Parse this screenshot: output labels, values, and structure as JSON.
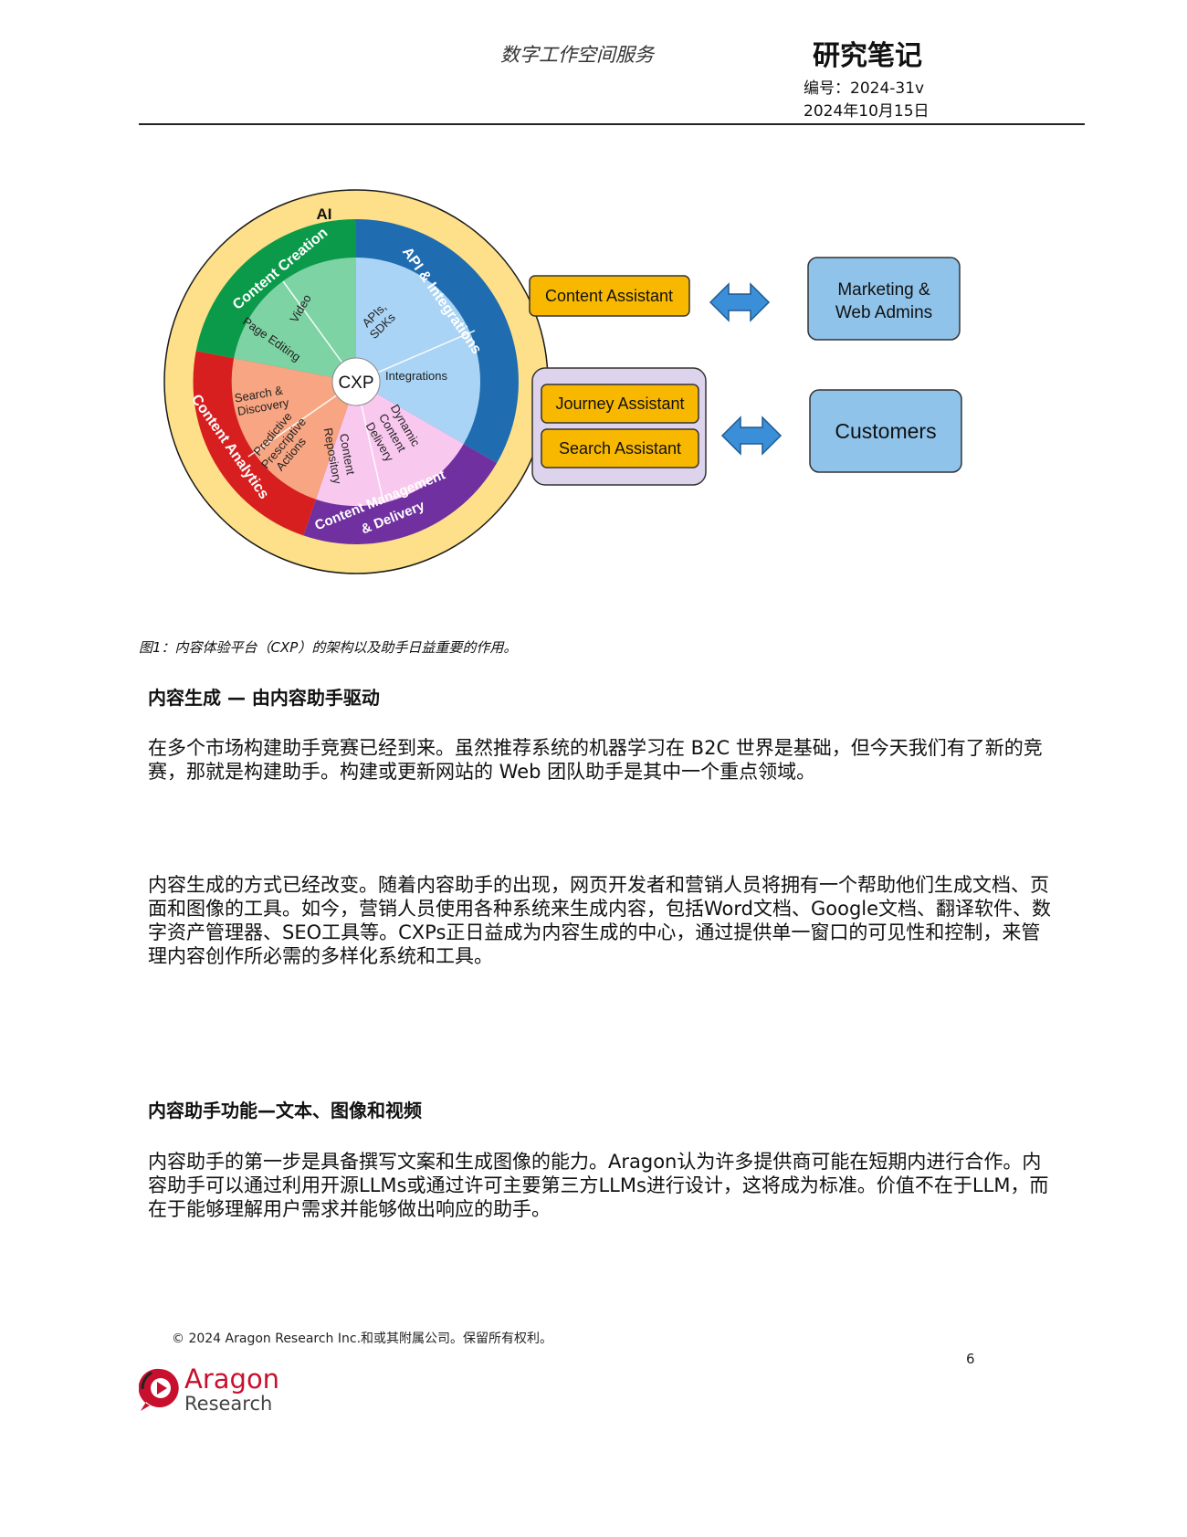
{
  "header": {
    "subtitle": "数字工作空间服务",
    "title": "研究笔记",
    "number": "编号：2024-31v",
    "date": "2024年10月15日"
  },
  "figure": {
    "ai_label": "AI",
    "center_label": "CXP",
    "ring_labels": {
      "content_creation": "Content Creation",
      "api_integrations": "API & Integrations",
      "content_analytics": "Content Analytics",
      "content_mgmt_1": "Content Management",
      "content_mgmt_2": "& Delivery"
    },
    "inner_labels": {
      "video": "Video",
      "page_editing": "Page Editing",
      "apis_1": "APIs,",
      "apis_2": "SDKs",
      "integrations": "Integrations",
      "search_1": "Search &",
      "search_2": "Discovery",
      "predictive_1": "Predictive",
      "predictive_2": "Prescriptive",
      "predictive_3": "Actions",
      "repository_1": "Content",
      "repository_2": "Repository",
      "dynamic_1": "Dynamic",
      "dynamic_2": "Content",
      "dynamic_3": "Delivery"
    },
    "assistants": {
      "content": "Content Assistant",
      "journey": "Journey Assistant",
      "search": "Search Assistant"
    },
    "targets": {
      "marketing_1": "Marketing &",
      "marketing_2": "Web Admins",
      "customers": "Customers"
    },
    "colors": {
      "content_creation": "#0b9a4a",
      "api_integrations": "#1f6cb0",
      "content_analytics": "#d71f1f",
      "content_mgmt": "#7030a0",
      "assistant_fill": "#f9b800",
      "target_fill": "#8fc3ea",
      "arrow": "#3a8fd8"
    }
  },
  "caption": "图1：内容体验平台（CXP）的架构以及助手日益重要的作用。",
  "sections": [
    {
      "heading": "内容生成 — 由内容助手驱动",
      "paragraphs": [
        "在多个市场构建助手竞赛已经到来。虽然推荐系统的机器学习在 B2C 世界是基础，但今天我们有了新的竞赛，那就是构建助手。构建或更新网站的 Web 团队助手是其中一个重点领域。",
        "内容生成的方式已经改变。随着内容助手的出现，网页开发者和营销人员将拥有一个帮助他们生成文档、页面和图像的工具。如今，营销人员使用各种系统来生成内容，包括Word文档、Google文档、翻译软件、数字资产管理器、SEO工具等。CXPs正日益成为内容生成的中心，通过提供单一窗口的可见性和控制，来管理内容创作所必需的多样化系统和工具。"
      ]
    },
    {
      "heading": "内容助手功能—文本、图像和视频",
      "paragraphs": [
        "内容助手的第一步是具备撰写文案和生成图像的能力。Aragon认为许多提供商可能在短期内进行合作。内容助手可以通过利用开源LLMs或通过许可主要第三方LLMs进行设计，这将成为标准。价值不在于LLM，而在于能够理解用户需求并能够做出响应的助手。"
      ]
    }
  ],
  "footer": {
    "copyright": "© 2024 Aragon Research Inc.和或其附属公司。保留所有权利。",
    "page_number": "6",
    "logo_word1": "Aragon",
    "logo_word2": "Research"
  }
}
